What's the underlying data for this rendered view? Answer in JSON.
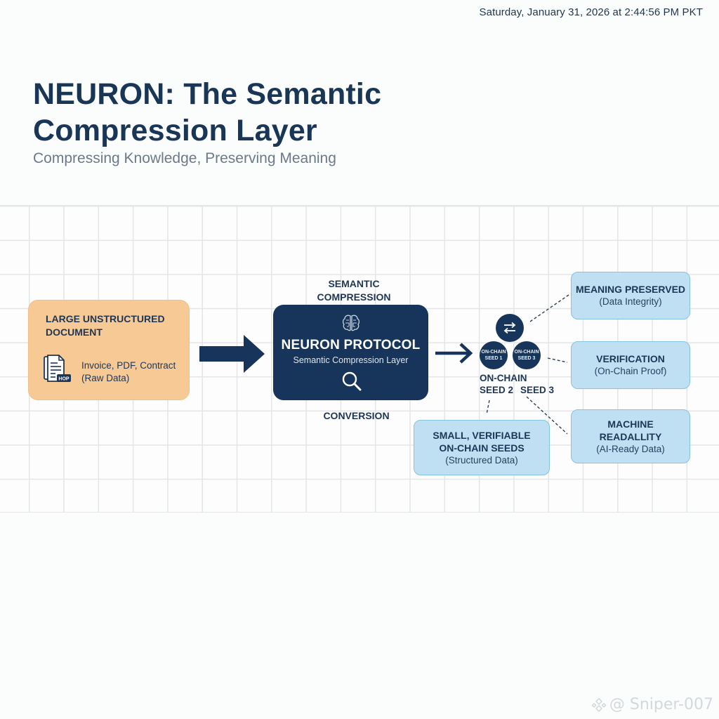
{
  "header": {
    "timestamp": "Saturday, January 31, 2026 at 2:44:56 PM PKT",
    "title_line1": "NEURON: The Semantic",
    "title_line2": "Compression Layer",
    "subtitle": "Compressing Knowledge, Preserving Meaning"
  },
  "diagram": {
    "input": {
      "title_line1": "LARGE UNSTRUCTURED",
      "title_line2": "DOCUMENT",
      "icon": "document-icon",
      "icon_tag": "HOP",
      "desc_line1": "Invoice, PDF, Contract",
      "desc_line2": "(Raw Data)"
    },
    "processor": {
      "label_top_line1": "SEMANTIC",
      "label_top_line2": "COMPRESSION",
      "title": "NEURON PROTOCOL",
      "subtitle": "Semantic Compression Layer",
      "icons": [
        "brain-icon",
        "magnifier-icon"
      ],
      "label_bottom": "CONVERSION"
    },
    "seeds": {
      "swap_icon": "swap-arrows-icon",
      "seed1_line1": "ON-CHAIN",
      "seed1_line2": "SEED 1",
      "seed2_line1": "ON-CHAIN",
      "seed2_line2": "SEED 3",
      "label_line1": "ON-CHAIN",
      "label_seed2": "SEED 2",
      "label_seed3": "SEED 3"
    },
    "outputs": [
      {
        "title": "MEANING PRESERVED",
        "sub": "(Data Integrity)"
      },
      {
        "title": "VERIFICATION",
        "sub": "(On-Chain Proof)"
      },
      {
        "title_line1": "MACHINE",
        "title_line2": "READALLITY",
        "sub": "(AI-Ready Data)"
      },
      {
        "title_line1": "SMALL, VERIFIABLE",
        "title_line2": "ON-CHAIN SEEDS",
        "sub": "(Structured Data)"
      }
    ],
    "colors": {
      "navy": "#17355a",
      "input_fill": "#f6c995",
      "output_fill": "#bfe0f2",
      "output_border": "#86c3e2"
    }
  },
  "watermark": {
    "text": "@ Sniper-007"
  }
}
